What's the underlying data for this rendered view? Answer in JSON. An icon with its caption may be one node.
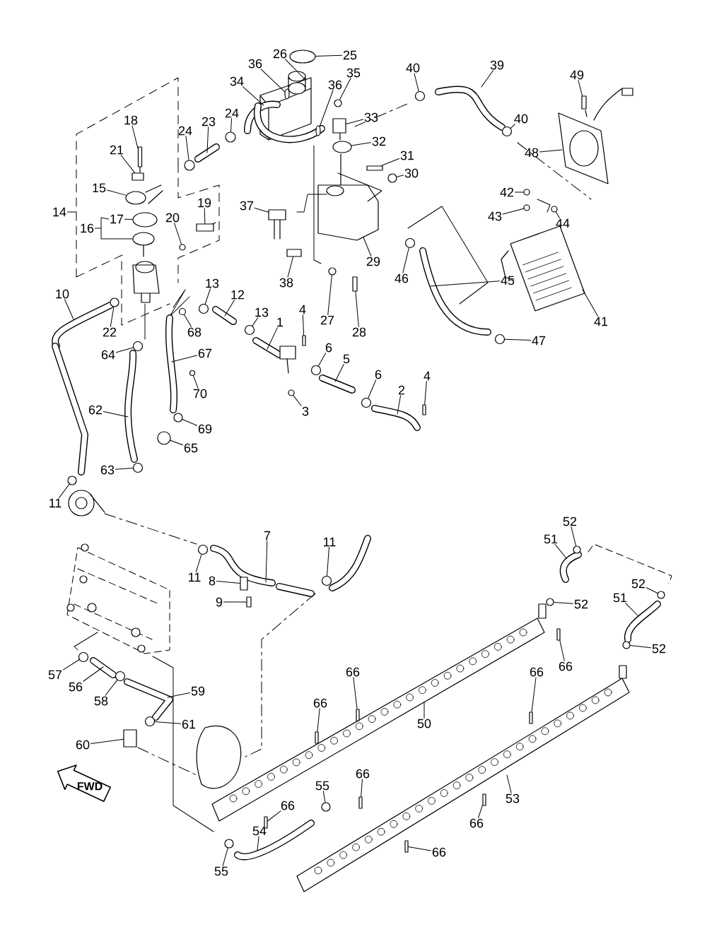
{
  "diagram": {
    "nodes": [
      {
        "text": [
          "1"
        ]
      },
      {
        "text": [
          "2"
        ]
      },
      {
        "text": [
          "3"
        ]
      },
      {
        "text": [
          "4"
        ]
      },
      {
        "text": [
          "4"
        ]
      },
      {
        "text": [
          "5"
        ]
      },
      {
        "text": [
          "6"
        ]
      },
      {
        "text": [
          "6"
        ]
      },
      {
        "text": [
          "7"
        ]
      },
      {
        "text": [
          "8"
        ]
      },
      {
        "text": [
          "9"
        ]
      },
      {
        "text": [
          "10"
        ]
      },
      {
        "text": [
          "11"
        ]
      },
      {
        "text": [
          "11"
        ]
      },
      {
        "text": [
          "11"
        ]
      },
      {
        "text": [
          "12"
        ]
      },
      {
        "text": [
          "13"
        ]
      },
      {
        "text": [
          "13"
        ]
      },
      {
        "text": [
          "14"
        ]
      },
      {
        "text": [
          "15"
        ]
      },
      {
        "text": [
          "16"
        ]
      },
      {
        "text": [
          "17"
        ]
      },
      {
        "text": [
          "18"
        ]
      },
      {
        "text": [
          "19"
        ]
      },
      {
        "text": [
          "20"
        ]
      },
      {
        "text": [
          "21"
        ]
      },
      {
        "text": [
          "22"
        ]
      },
      {
        "text": [
          "23"
        ]
      },
      {
        "text": [
          "24"
        ]
      },
      {
        "text": [
          "24"
        ]
      },
      {
        "text": [
          "25"
        ]
      },
      {
        "text": [
          "26"
        ]
      },
      {
        "text": [
          "27"
        ]
      },
      {
        "text": [
          "28"
        ]
      },
      {
        "text": [
          "29"
        ]
      },
      {
        "text": [
          "30"
        ]
      },
      {
        "text": [
          "31"
        ]
      },
      {
        "text": [
          "32"
        ]
      },
      {
        "text": [
          "33"
        ]
      },
      {
        "text": [
          "34"
        ]
      },
      {
        "text": [
          "35"
        ]
      },
      {
        "text": [
          "36"
        ]
      },
      {
        "text": [
          "36"
        ]
      },
      {
        "text": [
          "37"
        ]
      },
      {
        "text": [
          "38"
        ]
      },
      {
        "text": [
          "39"
        ]
      },
      {
        "text": [
          "40"
        ]
      },
      {
        "text": [
          "40"
        ]
      },
      {
        "text": [
          "41"
        ]
      },
      {
        "text": [
          "42"
        ]
      },
      {
        "text": [
          "43"
        ]
      },
      {
        "text": [
          "44"
        ]
      },
      {
        "text": [
          "45"
        ]
      },
      {
        "text": [
          "46"
        ]
      },
      {
        "text": [
          "47"
        ]
      },
      {
        "text": [
          "48"
        ]
      },
      {
        "text": [
          "49"
        ]
      },
      {
        "text": [
          "50"
        ]
      },
      {
        "text": [
          "51"
        ]
      },
      {
        "text": [
          "51"
        ]
      },
      {
        "text": [
          "52"
        ]
      },
      {
        "text": [
          "52"
        ]
      },
      {
        "text": [
          "52"
        ]
      },
      {
        "text": [
          "52"
        ]
      },
      {
        "text": [
          "53"
        ]
      },
      {
        "text": [
          "54"
        ]
      },
      {
        "text": [
          "55"
        ]
      },
      {
        "text": [
          "55"
        ]
      },
      {
        "text": [
          "56"
        ]
      },
      {
        "text": [
          "57"
        ]
      },
      {
        "text": [
          "58"
        ]
      },
      {
        "text": [
          "59"
        ]
      },
      {
        "text": [
          "60"
        ]
      },
      {
        "text": [
          "61"
        ]
      },
      {
        "text": [
          "62"
        ]
      },
      {
        "text": [
          "63"
        ]
      },
      {
        "text": [
          "64"
        ]
      },
      {
        "text": [
          "65"
        ]
      },
      {
        "text": [
          "66"
        ]
      },
      {
        "text": [
          "66"
        ]
      },
      {
        "text": [
          "66"
        ]
      },
      {
        "text": [
          "66"
        ]
      },
      {
        "text": [
          "66"
        ]
      },
      {
        "text": [
          "66"
        ]
      },
      {
        "text": [
          "66"
        ]
      },
      {
        "text": [
          "66"
        ]
      },
      {
        "text": [
          "67"
        ]
      },
      {
        "text": [
          "68"
        ]
      },
      {
        "text": [
          "69"
        ]
      },
      {
        "text": [
          "70"
        ]
      },
      {
        "text": [],
        "shape": "circle"
      },
      {
        "text": [],
        "shape": "bar"
      },
      {
        "text": [],
        "shape": "bar"
      },
      {
        "text": [],
        "shape": "circle"
      },
      {
        "text": [],
        "shape": "circle"
      },
      {
        "text": [],
        "shape": "box"
      },
      {
        "text": [],
        "shape": "bar"
      },
      {
        "text": [],
        "shape": "circle"
      },
      {
        "text": [],
        "shape": "circle"
      },
      {
        "text": [],
        "shape": "circle"
      },
      {
        "text": [],
        "shape": "circle"
      },
      {
        "text": [],
        "shape": "circle"
      },
      {
        "text": [],
        "shape": "ellipse"
      },
      {
        "text": [],
        "shape": "ellipse"
      },
      {
        "text": [],
        "shape": "bar"
      },
      {
        "text": [],
        "shape": "box"
      },
      {
        "text": [],
        "shape": "circle"
      },
      {
        "text": [],
        "shape": "box"
      },
      {
        "text": [],
        "shape": "circle"
      },
      {
        "text": [],
        "shape": "circle"
      },
      {
        "text": [],
        "shape": "circle"
      },
      {
        "text": [],
        "shape": "ellipse"
      },
      {
        "text": [],
        "shape": "circle"
      },
      {
        "text": [],
        "shape": "bar"
      },
      {
        "text": [],
        "shape": "circle"
      },
      {
        "text": [],
        "shape": "bar"
      },
      {
        "text": [],
        "shape": "ellipse"
      },
      {
        "text": [],
        "shape": "box"
      },
      {
        "text": [],
        "shape": "circle"
      },
      {
        "text": [],
        "shape": "ellipse"
      },
      {
        "text": [],
        "shape": "ellipse"
      },
      {
        "text": [],
        "shape": "box"
      },
      {
        "text": [],
        "shape": "circle"
      },
      {
        "text": [],
        "shape": "circle"
      },
      {
        "text": [],
        "shape": "circle"
      },
      {
        "text": [],
        "shape": "circle"
      },
      {
        "text": [],
        "shape": "circle"
      },
      {
        "text": [],
        "shape": "circle"
      },
      {
        "text": [],
        "shape": "circle"
      },
      {
        "text": [],
        "shape": "bar"
      },
      {
        "text": [],
        "shape": "circle"
      },
      {
        "text": [],
        "shape": "circle"
      },
      {
        "text": [],
        "shape": "circle"
      },
      {
        "text": [],
        "shape": "circle"
      },
      {
        "text": [],
        "shape": "circle"
      },
      {
        "text": [],
        "shape": "circle"
      },
      {
        "text": [],
        "shape": "circle"
      },
      {
        "text": [],
        "shape": "circle"
      },
      {
        "text": [],
        "shape": "circle"
      },
      {
        "text": [],
        "shape": "circle"
      },
      {
        "text": [],
        "shape": "circle"
      },
      {
        "text": [],
        "shape": "circle"
      },
      {
        "text": [],
        "shape": "bar"
      },
      {
        "text": [],
        "shape": "bar"
      },
      {
        "text": [],
        "shape": "bar"
      },
      {
        "text": [],
        "shape": "bar"
      },
      {
        "text": [],
        "shape": "bar"
      },
      {
        "text": [],
        "shape": "bar"
      },
      {
        "text": [],
        "shape": "bar"
      },
      {
        "text": [],
        "shape": "bar"
      },
      {
        "text": [],
        "shape": "circle"
      },
      {
        "text": [],
        "shape": "circle"
      },
      {
        "text": [],
        "shape": "circle"
      },
      {
        "text": [],
        "shape": "box"
      },
      {
        "text": [],
        "shape": "box"
      }
    ],
    "edges": [
      {
        "from": 0,
        "to": null,
        "arrow": "none"
      },
      {
        "from": 1,
        "to": null,
        "arrow": "none"
      },
      {
        "from": 2,
        "to": 90,
        "arrow": "none"
      },
      {
        "from": 3,
        "to": 91,
        "arrow": "none"
      },
      {
        "from": 4,
        "to": 92,
        "arrow": "none"
      },
      {
        "from": 5,
        "to": null,
        "arrow": "none"
      },
      {
        "from": 6,
        "to": 93,
        "arrow": "none"
      },
      {
        "from": 7,
        "to": 94,
        "arrow": "none"
      },
      {
        "from": 8,
        "to": null,
        "arrow": "none"
      },
      {
        "from": 9,
        "to": 95,
        "arrow": "none"
      },
      {
        "from": 10,
        "to": 96,
        "arrow": "none"
      },
      {
        "from": 11,
        "to": null,
        "arrow": "none"
      },
      {
        "from": 12,
        "to": 97,
        "arrow": "none"
      },
      {
        "from": 13,
        "to": 98,
        "arrow": "none"
      },
      {
        "from": 14,
        "to": 99,
        "arrow": "none"
      },
      {
        "from": 15,
        "to": null,
        "arrow": "none"
      },
      {
        "from": 16,
        "to": 100,
        "arrow": "none"
      },
      {
        "from": 17,
        "to": 101,
        "arrow": "none"
      },
      {
        "from": 18,
        "to": null,
        "arrow": "none"
      },
      {
        "from": 19,
        "to": 102,
        "arrow": "none"
      },
      {
        "from": 20,
        "to": 21,
        "arrow": "none"
      },
      {
        "from": 21,
        "to": 103,
        "arrow": "none"
      },
      {
        "from": 22,
        "to": 104,
        "arrow": "none"
      },
      {
        "from": 23,
        "to": 105,
        "arrow": "none"
      },
      {
        "from": 24,
        "to": 106,
        "arrow": "none"
      },
      {
        "from": 25,
        "to": 107,
        "arrow": "none"
      },
      {
        "from": 26,
        "to": 108,
        "arrow": "none"
      },
      {
        "from": 27,
        "to": null,
        "arrow": "none"
      },
      {
        "from": 28,
        "to": 109,
        "arrow": "none"
      },
      {
        "from": 29,
        "to": 110,
        "arrow": "none"
      },
      {
        "from": 30,
        "to": 111,
        "arrow": "none"
      },
      {
        "from": 31,
        "to": null,
        "arrow": "none"
      },
      {
        "from": 32,
        "to": 112,
        "arrow": "none"
      },
      {
        "from": 33,
        "to": 113,
        "arrow": "none"
      },
      {
        "from": 34,
        "to": null,
        "arrow": "none"
      },
      {
        "from": 35,
        "to": 114,
        "arrow": "none"
      },
      {
        "from": 36,
        "to": 115,
        "arrow": "none"
      },
      {
        "from": 37,
        "to": 116,
        "arrow": "none"
      },
      {
        "from": 38,
        "to": 117,
        "arrow": "none"
      },
      {
        "from": 39,
        "to": null,
        "arrow": "none"
      },
      {
        "from": 40,
        "to": 118,
        "arrow": "none"
      },
      {
        "from": 41,
        "to": 119,
        "arrow": "none"
      },
      {
        "from": 42,
        "to": 120,
        "arrow": "none"
      },
      {
        "from": 43,
        "to": 153,
        "arrow": "none"
      },
      {
        "from": 44,
        "to": 121,
        "arrow": "none"
      },
      {
        "from": 45,
        "to": null,
        "arrow": "none"
      },
      {
        "from": 46,
        "to": 122,
        "arrow": "none"
      },
      {
        "from": 47,
        "to": 123,
        "arrow": "none"
      },
      {
        "from": 48,
        "to": null,
        "arrow": "none"
      },
      {
        "from": 49,
        "to": 124,
        "arrow": "none"
      },
      {
        "from": 50,
        "to": 125,
        "arrow": "none"
      },
      {
        "from": 51,
        "to": 126,
        "arrow": "none"
      },
      {
        "from": 52,
        "to": null,
        "arrow": "none"
      },
      {
        "from": 53,
        "to": 127,
        "arrow": "none"
      },
      {
        "from": 54,
        "to": 128,
        "arrow": "none"
      },
      {
        "from": 55,
        "to": null,
        "arrow": "none"
      },
      {
        "from": 56,
        "to": 129,
        "arrow": "none"
      },
      {
        "from": 57,
        "to": null,
        "arrow": "none"
      },
      {
        "from": 58,
        "to": null,
        "arrow": "none"
      },
      {
        "from": 59,
        "to": null,
        "arrow": "none"
      },
      {
        "from": 60,
        "to": 130,
        "arrow": "none"
      },
      {
        "from": 61,
        "to": 131,
        "arrow": "none"
      },
      {
        "from": 62,
        "to": 132,
        "arrow": "none"
      },
      {
        "from": 63,
        "to": 133,
        "arrow": "none"
      },
      {
        "from": 64,
        "to": null,
        "arrow": "none"
      },
      {
        "from": 65,
        "to": null,
        "arrow": "none"
      },
      {
        "from": 66,
        "to": 134,
        "arrow": "none"
      },
      {
        "from": 67,
        "to": 135,
        "arrow": "none"
      },
      {
        "from": 68,
        "to": null,
        "arrow": "none"
      },
      {
        "from": 69,
        "to": 136,
        "arrow": "none"
      },
      {
        "from": 70,
        "to": 137,
        "arrow": "none"
      },
      {
        "from": 71,
        "to": null,
        "arrow": "none"
      },
      {
        "from": 72,
        "to": 154,
        "arrow": "none"
      },
      {
        "from": 73,
        "to": 138,
        "arrow": "none"
      },
      {
        "from": 74,
        "to": null,
        "arrow": "none"
      },
      {
        "from": 75,
        "to": 139,
        "arrow": "none"
      },
      {
        "from": 76,
        "to": 140,
        "arrow": "none"
      },
      {
        "from": 77,
        "to": 141,
        "arrow": "none"
      },
      {
        "from": 78,
        "to": 142,
        "arrow": "none"
      },
      {
        "from": 79,
        "to": 143,
        "arrow": "none"
      },
      {
        "from": 80,
        "to": 144,
        "arrow": "none"
      },
      {
        "from": 81,
        "to": 145,
        "arrow": "none"
      },
      {
        "from": 82,
        "to": 146,
        "arrow": "none"
      },
      {
        "from": 83,
        "to": 147,
        "arrow": "none"
      },
      {
        "from": 84,
        "to": 148,
        "arrow": "none"
      },
      {
        "from": 85,
        "to": 149,
        "arrow": "none"
      },
      {
        "from": 86,
        "to": null,
        "arrow": "none"
      },
      {
        "from": 87,
        "to": 150,
        "arrow": "none"
      },
      {
        "from": 88,
        "to": 151,
        "arrow": "none"
      },
      {
        "from": 89,
        "to": 152,
        "arrow": "none"
      }
    ],
    "labels": [
      "FWD"
    ]
  }
}
